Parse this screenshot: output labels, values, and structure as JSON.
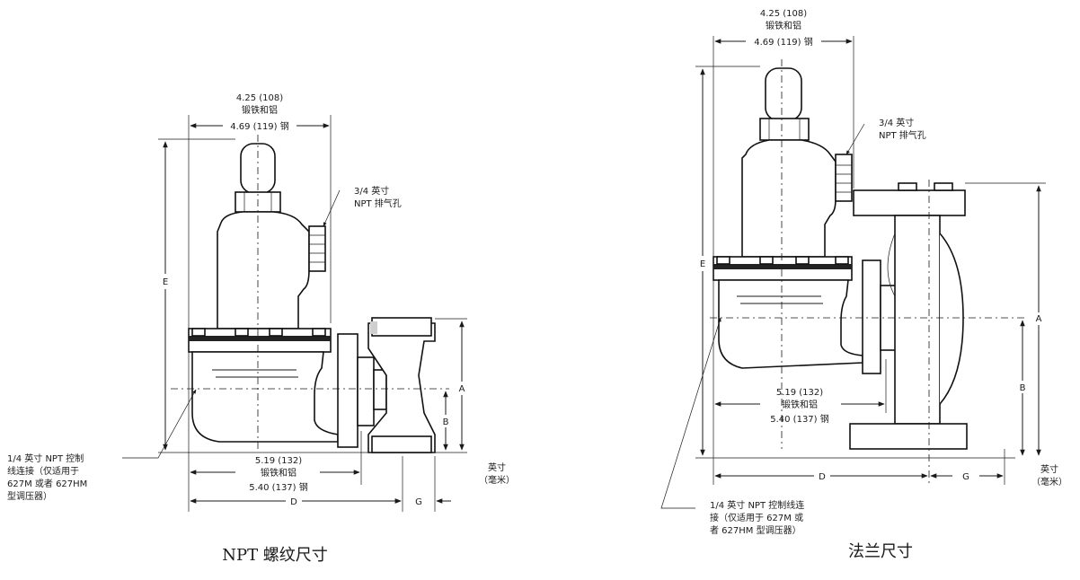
{
  "left_view": {
    "width_top": "4.25 (108)",
    "material_top": "锻铁和铝",
    "width_steel": "4.69 (119) 钢",
    "vent_line1": "3/4 英寸",
    "vent_line2": "NPT 排气孔",
    "dim_E": "E",
    "dim_A": "A",
    "dim_B": "B",
    "dim_D": "D",
    "dim_G": "G",
    "body_width": "5.19 (132)",
    "body_material": "锻铁和铝",
    "body_steel": "5.40 (137) 钢",
    "control_line1": "1/4 英寸 NPT 控制",
    "control_line2": "线连接（仅适用于",
    "control_line3": "627M 或者 627HM",
    "control_line4": "型调压器）",
    "units_line1": "英寸",
    "units_line2": "（毫米）",
    "caption": "NPT 螺纹尺寸"
  },
  "right_view": {
    "width_top": "4.25 (108)",
    "material_top": "锻铁和铝",
    "width_steel": "4.69 (119) 钢",
    "vent_line1": "3/4 英寸",
    "vent_line2": "NPT 排气孔",
    "dim_E": "E",
    "dim_A": "A",
    "dim_B": "B",
    "dim_D": "D",
    "dim_G": "G",
    "body_width": "5.19 (132)",
    "body_material": "锻铁和铝",
    "body_steel": "5.40 (137) 钢",
    "control_line1": "1/4 英寸 NPT 控制线连",
    "control_line2": "接（仅适用于 627M 或",
    "control_line3": "者 627HM 型调压器）",
    "units_line1": "英寸",
    "units_line2": "（毫米）",
    "caption": "法兰尺寸"
  }
}
